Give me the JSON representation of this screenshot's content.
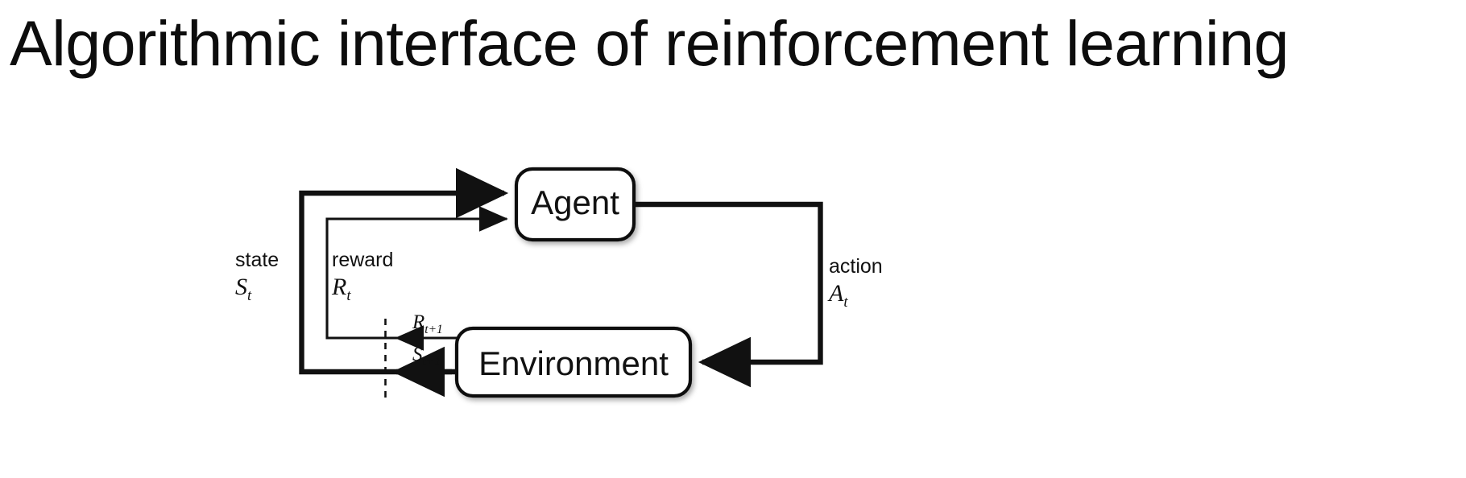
{
  "slide": {
    "title": "Algorithmic interface of reinforcement learning",
    "background_color": "#ffffff",
    "ink_color": "#111111"
  },
  "diagram": {
    "type": "agent-environment-interaction-loop",
    "nodes": [
      {
        "id": "agent",
        "label": "Agent"
      },
      {
        "id": "environment",
        "label": "Environment"
      }
    ],
    "side_labels": [
      {
        "id": "state",
        "word": "state",
        "symbol": "S",
        "subscript": "t"
      },
      {
        "id": "reward",
        "word": "reward",
        "symbol": "R",
        "subscript": "t"
      },
      {
        "id": "action",
        "word": "action",
        "symbol": "A",
        "subscript": "t"
      }
    ],
    "edge_labels": [
      {
        "id": "reward-next",
        "symbol": "R",
        "subscript": "t+1"
      },
      {
        "id": "state-next",
        "symbol": "S",
        "subscript": "t+1"
      }
    ],
    "edges": [
      {
        "id": "state-feedback",
        "from": "environment",
        "to": "agent",
        "label": "state",
        "weight": "thick"
      },
      {
        "id": "reward-feedback",
        "from": "environment",
        "to": "agent",
        "label": "reward",
        "weight": "thin"
      },
      {
        "id": "action-forward",
        "from": "agent",
        "to": "environment",
        "label": "action",
        "weight": "thick"
      }
    ],
    "time_boundary": {
      "id": "time-step-divider",
      "style": "dashed"
    }
  }
}
